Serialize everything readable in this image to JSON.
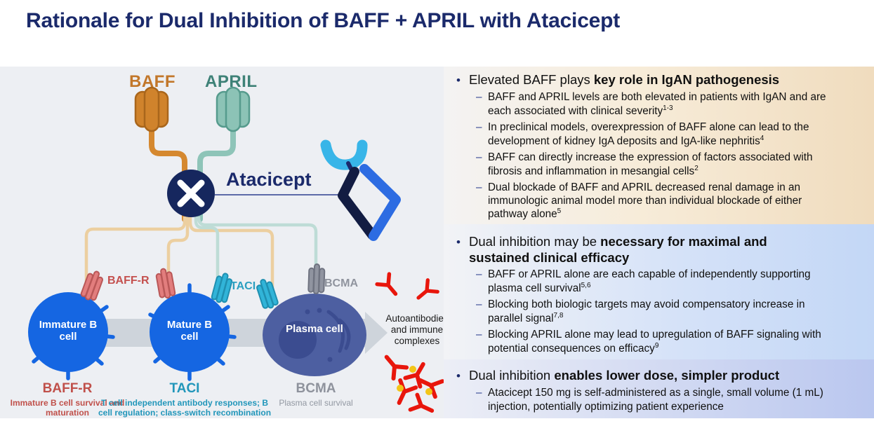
{
  "title": "Rationale for Dual Inhibition of BAFF + APRIL with Atacicept",
  "marks": {
    "bullet": "•",
    "dash": "–"
  },
  "diagram": {
    "ligands": {
      "baff": "BAFF",
      "april": "APRIL"
    },
    "inhibitor": "Atacicept",
    "cells": {
      "immature": "Immature B cell",
      "mature": "Mature B cell",
      "plasma": "Plasma cell"
    },
    "receptors": {
      "baffr": "BAFF-R",
      "taci": "TACI",
      "bcma": "BCMA"
    },
    "output": "Autoantibodies and immune complexes",
    "legend": [
      {
        "name": "BAFF-R",
        "desc": "Immature B cell survival and maturation"
      },
      {
        "name": "TACI",
        "desc": "T cell independent antibody responses; B cell regulation; class-switch recombination"
      },
      {
        "name": "BCMA",
        "desc": "Plasma cell survival"
      }
    ],
    "colors": {
      "title_navy": "#1b2a6b",
      "baff_orange": "#c2772a",
      "april_teal": "#3e8177",
      "baffr_red": "#c0504a",
      "taci_cyan": "#2196ba",
      "bcma_gray": "#8e929c",
      "cell_blue": "#1566e2",
      "plasma_blue": "#4d5fa1",
      "antibody_red": "#e8160c",
      "complex_yellow": "#f3c517",
      "section1_peach": "#f0dcbe",
      "section2_blue": "#c3d7f6",
      "section3_periwinkle": "#bac7ef"
    }
  },
  "sections": [
    {
      "main_pre": "Elevated BAFF plays ",
      "main_bold": "key role in IgAN pathogenesis",
      "subs": [
        {
          "text": "BAFF and APRIL levels are both elevated in patients with IgAN and are each associated with clinical severity",
          "sup": "1-3"
        },
        {
          "text": "In preclinical models, overexpression of BAFF alone can lead to the development of kidney IgA deposits and IgA-like nephritis",
          "sup": "4"
        },
        {
          "text": "BAFF can directly increase the expression of factors associated with fibrosis and inflammation in mesangial cells",
          "sup": "2"
        },
        {
          "text": "Dual blockade of BAFF and APRIL decreased renal damage in an immunologic animal model more than individual blockade of either pathway alone",
          "sup": "5"
        }
      ]
    },
    {
      "main_pre": "Dual inhibition may be ",
      "main_bold": "necessary for maximal and sustained clinical efficacy",
      "subs": [
        {
          "text": "BAFF or APRIL alone are each capable of independently supporting plasma cell survival",
          "sup": "5,6"
        },
        {
          "text": "Blocking both biologic targets may avoid compensatory increase in parallel signal",
          "sup": "7,8"
        },
        {
          "text": "Blocking APRIL alone may lead to upregulation of BAFF signaling with potential consequences on efficacy",
          "sup": "9"
        }
      ]
    },
    {
      "main_pre": "Dual inhibition ",
      "main_bold": "enables lower dose, simpler product",
      "subs": [
        {
          "text": "Atacicept 150 mg is self-administered as a single, small volume (1 mL) injection, potentially optimizing patient experience",
          "sup": ""
        }
      ]
    }
  ]
}
